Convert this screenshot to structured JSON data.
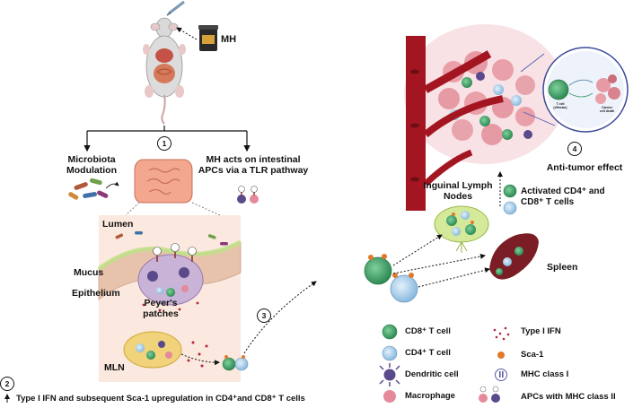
{
  "labels": {
    "mh": "MH",
    "microbiota": "Microbiota\nModulation",
    "mh_acts": "MH acts on intestinal\nAPCs via a TLR pathway",
    "lumen": "Lumen",
    "mucus": "Mucus",
    "epithelium": "Epithelium",
    "peyers": "Peyer's\npatches",
    "mln": "MLN",
    "inguinal": "Inguinal Lymph\nNodes",
    "spleen": "Spleen",
    "activated": "Activated CD4⁺ and\nCD8⁺ T cells",
    "antitumor": "Anti-tumor effect",
    "bottom_note": "Type I IFN and subsequent Sca-1 upregulation in CD4⁺and CD8⁺ T cells",
    "tcell_inset": "T cell\n(effector)",
    "cancer_inset": "Cancer\ncell death"
  },
  "steps": [
    "1",
    "2",
    "3",
    "4"
  ],
  "legend": {
    "cd8": "CD8⁺ T cell",
    "cd4": "CD4⁺ T cell",
    "dendritic": "Dendritic cell",
    "macrophage": "Macrophage",
    "ifn": "Type I IFN",
    "sca1": "Sca-1",
    "mhc1": "MHC class I",
    "apc": "APCs with MHC class II"
  },
  "colors": {
    "cd8": "#3fa66a",
    "cd4": "#9cc8e8",
    "dendritic": "#5b4a8b",
    "macrophage": "#e48a9a",
    "ifn": "#b0263a",
    "sca1": "#e0782a",
    "vessel": "#a31621",
    "tumor": "#e9a0a8",
    "spleen": "#7a1d25",
    "node": "#d5e99a",
    "intestine": "#f2a78e",
    "peyer": "#c9b3d6"
  },
  "icons": [
    "mouse-icon",
    "mh-jar-icon",
    "syringe-icon",
    "intestine-icon",
    "bacteria-icon",
    "apc-icon",
    "lymph-node-icon",
    "spleen-icon",
    "tumor-icon",
    "blood-vessel-icon",
    "magnifier-inset-icon"
  ]
}
